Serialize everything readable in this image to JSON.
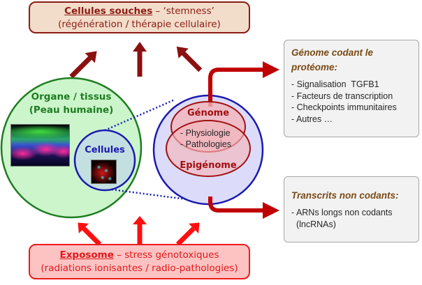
{
  "stem_cells_box": {
    "title": "Cellules souches",
    "separator": " – ",
    "subtitle": "‘stemness’",
    "line2": "(régénération / thérapie cellulaire)"
  },
  "exposome_box": {
    "title": "Exposome",
    "separator": " – ",
    "subtitle": "stress génotoxiques",
    "line2": "(radiations ionisantes / radio-pathologies)"
  },
  "organ_circle": {
    "label_line1": "Organe / tissus",
    "label_line2": "(Peau humaine)",
    "image": "skin-tissue-micrograph"
  },
  "cells_circle": {
    "label": "Cellules",
    "image": "cell-culture-micrograph"
  },
  "genome_circle": {
    "genome_label": "Génome",
    "epigenome_label": "Epigénome",
    "overlap_items": [
      "- Physiologie",
      "- Pathologies"
    ]
  },
  "coding_box": {
    "title_line1": "Génome codant le",
    "title_line2": "protéome:",
    "items": [
      "- Signalisation  TGFB1",
      "- Facteurs de transcription",
      "- Checkpoints immunitaires",
      "- Autres …"
    ]
  },
  "noncoding_box": {
    "title": "Transcrits non codants:",
    "items": [
      "- ARNs longs non codants",
      "  (lncRNAs)"
    ]
  },
  "colors": {
    "dark_red": "#8c1c13",
    "bright_red": "#ef1a1a",
    "arrow_red": "#c00000",
    "green": "#1e7c20",
    "blue": "#1a1ab0",
    "label_brown": "#7a4a15"
  }
}
